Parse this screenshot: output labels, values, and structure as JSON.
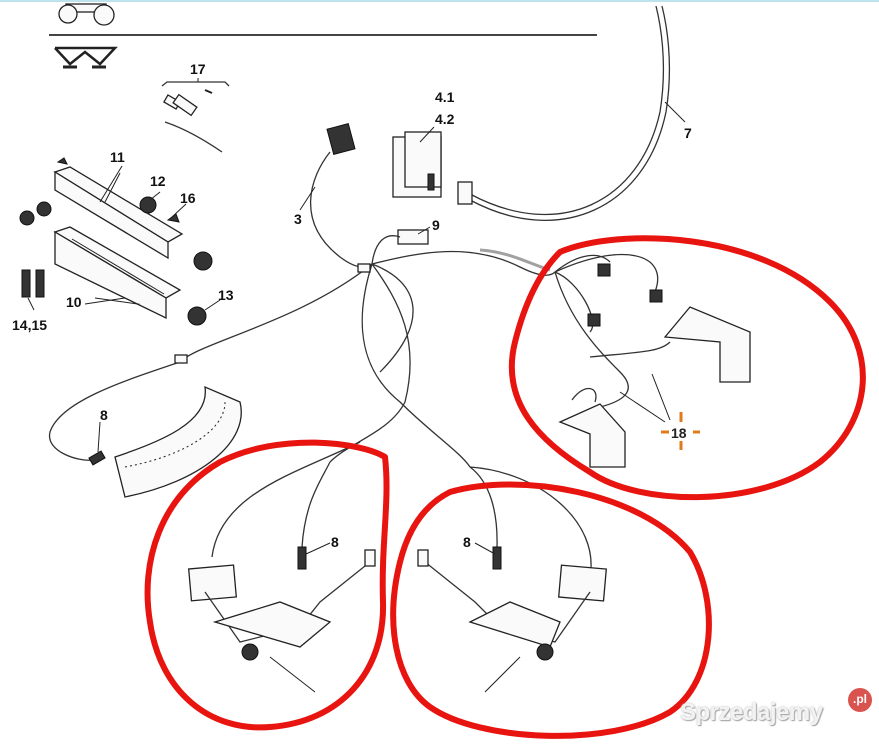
{
  "diagram": {
    "labels": {
      "part_17": "17",
      "part_11": "11",
      "part_12": "12",
      "part_16": "16",
      "part_10": "10",
      "part_13": "13",
      "part_14_15": "14,15",
      "part_3": "3",
      "part_4_1": "4.1",
      "part_4_2": "4.2",
      "part_9": "9",
      "part_7": "7",
      "part_8_a": "8",
      "part_8_b": "8",
      "part_8_c": "8",
      "part_18": "18"
    },
    "icons": [
      "tractor-icon",
      "spreader-icon"
    ],
    "highlight_color": "#e8140f",
    "marker_color": "#e07a1a"
  },
  "watermark": {
    "text": "Sprzedajemy",
    "badge": ".pl"
  }
}
